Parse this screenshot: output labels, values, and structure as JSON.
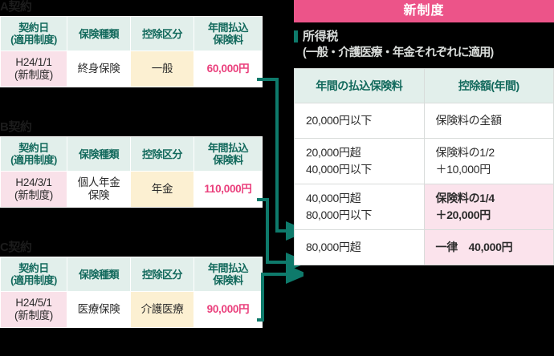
{
  "left_panel": {
    "contracts": [
      {
        "title": "A契約",
        "headers": [
          "契約日\n(適用制度)",
          "保険種類",
          "控除区分",
          "年間払込\n保険料"
        ],
        "header_date_l1": "契約日",
        "header_date_l2": "(適用制度)",
        "header_type": "保険種類",
        "header_kubun": "控除区分",
        "header_amount_l1": "年間払込",
        "header_amount_l2": "保険料",
        "date_l1": "H24/1/1",
        "date_l2": "(新制度)",
        "ins_type_l1": "終身保険",
        "ins_type_l2": "",
        "kubun": "一般",
        "amount": "60,000円"
      },
      {
        "title": "B契約",
        "header_date_l1": "契約日",
        "header_date_l2": "(適用制度)",
        "header_type": "保険種類",
        "header_kubun": "控除区分",
        "header_amount_l1": "年間払込",
        "header_amount_l2": "保険料",
        "date_l1": "H24/3/1",
        "date_l2": "(新制度)",
        "ins_type_l1": "個人年金",
        "ins_type_l2": "保険",
        "kubun": "年金",
        "amount": "110,000円"
      },
      {
        "title": "C契約",
        "header_date_l1": "契約日",
        "header_date_l2": "(適用制度)",
        "header_type": "保険種類",
        "header_kubun": "控除区分",
        "header_amount_l1": "年間払込",
        "header_amount_l2": "保険料",
        "date_l1": "H24/5/1",
        "date_l2": "(新制度)",
        "ins_type_l1": "医療保険",
        "ins_type_l2": "",
        "kubun": "介護医療",
        "amount": "90,000円"
      }
    ]
  },
  "right_panel": {
    "banner_label": "新制度",
    "subtitle_line1": "所得税",
    "subtitle_line2": "(一般・介護医療・年金それぞれに適用)",
    "table": {
      "header_premium": "年間の払込保険料",
      "header_deduction": "控除額(年間)",
      "rows": [
        {
          "premium_l1": "20,000円以下",
          "premium_l2": "",
          "deduction_l1": "保険料の全額",
          "deduction_l2": "",
          "highlight": false
        },
        {
          "premium_l1": "20,000円超",
          "premium_l2": "40,000円以下",
          "deduction_l1": "保険料の1/2",
          "deduction_l2": "＋10,000円",
          "highlight": false
        },
        {
          "premium_l1": "40,000円超",
          "premium_l2": "80,000円以下",
          "deduction_l1": "保険料の1/4",
          "deduction_l2": "＋20,000円",
          "highlight": true
        },
        {
          "premium_l1": "80,000円超",
          "premium_l2": "",
          "deduction_l1": "一律　40,000円",
          "deduction_l2": "",
          "highlight": true
        }
      ]
    }
  },
  "connectors": {
    "color": "#0e7a6b",
    "arrow_count": 3,
    "description": "arrow-connector-lines"
  },
  "colors": {
    "banner_pink": "#ec5489",
    "accent_teal": "#0e7a6b",
    "header_mint": "#e2efeb",
    "header_text_green": "#12695c",
    "amount_magenta": "#ea3f7c",
    "cell_pink": "#f9e1e9",
    "cell_cream": "#fcf0d2",
    "highlight_pink": "#fbe3ec",
    "background": "#000000"
  }
}
